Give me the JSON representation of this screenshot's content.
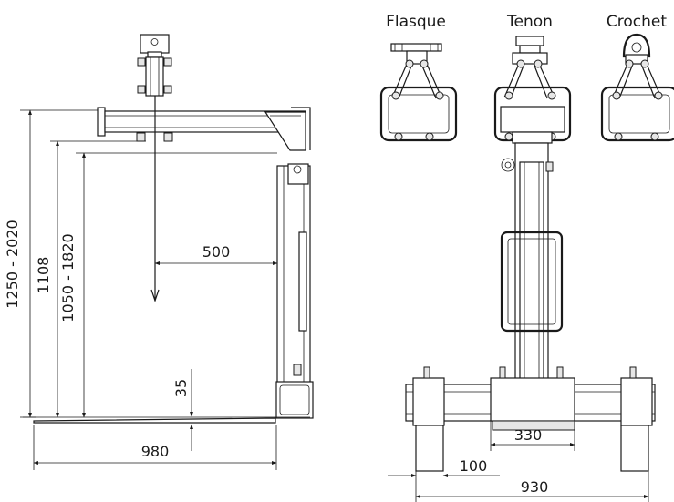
{
  "labels": {
    "flasque": "Flasque",
    "tenon": "Tenon",
    "crochet": "Crochet"
  },
  "dimensions": {
    "height_range": "1250 - 2020",
    "height_1108": "1108",
    "height_inner": "1050 - 1820",
    "reach": "500",
    "fork_gap": "35",
    "fork_length": "980",
    "inner_width": "330",
    "wheel_offset": "100",
    "overall_width": "930"
  }
}
